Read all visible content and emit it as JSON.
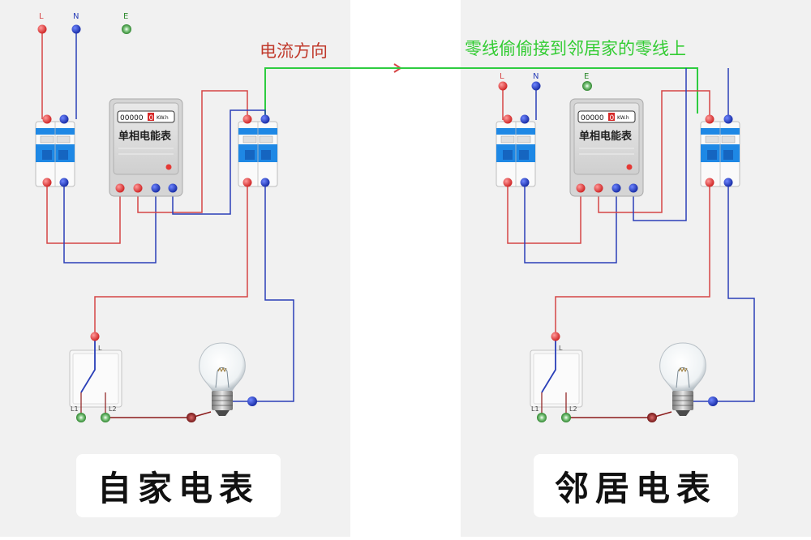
{
  "left_panel": {
    "terminals": {
      "l": "L",
      "n": "N",
      "e": "E"
    },
    "meter": {
      "digits": "00000",
      "red_digit": "0",
      "unit": "KW.h",
      "label": "单相电能表"
    },
    "switch": {
      "l": "L",
      "l1": "L1",
      "l2": "L2"
    },
    "caption": "自家电表"
  },
  "right_panel": {
    "terminals": {
      "l": "L",
      "n": "N",
      "e": "E"
    },
    "meter": {
      "digits": "00000",
      "red_digit": "0",
      "unit": "KW.h",
      "label": "单相电能表"
    },
    "switch": {
      "l": "L",
      "l1": "L1",
      "l2": "L2"
    },
    "caption": "邻居电表"
  },
  "annotations": {
    "current_direction": "电流方向",
    "neutral_theft": "零线偷偷接到邻居家的零线上"
  },
  "colors": {
    "live_wire": "#d64545",
    "neutral_wire": "#2a3fb8",
    "ground_terminal": "#2e8b2e",
    "annotation_red": "#c0392b",
    "annotation_green": "#33cc33",
    "panel_bg": "#f1f1f1",
    "breaker_blue": "#1e88e5"
  }
}
